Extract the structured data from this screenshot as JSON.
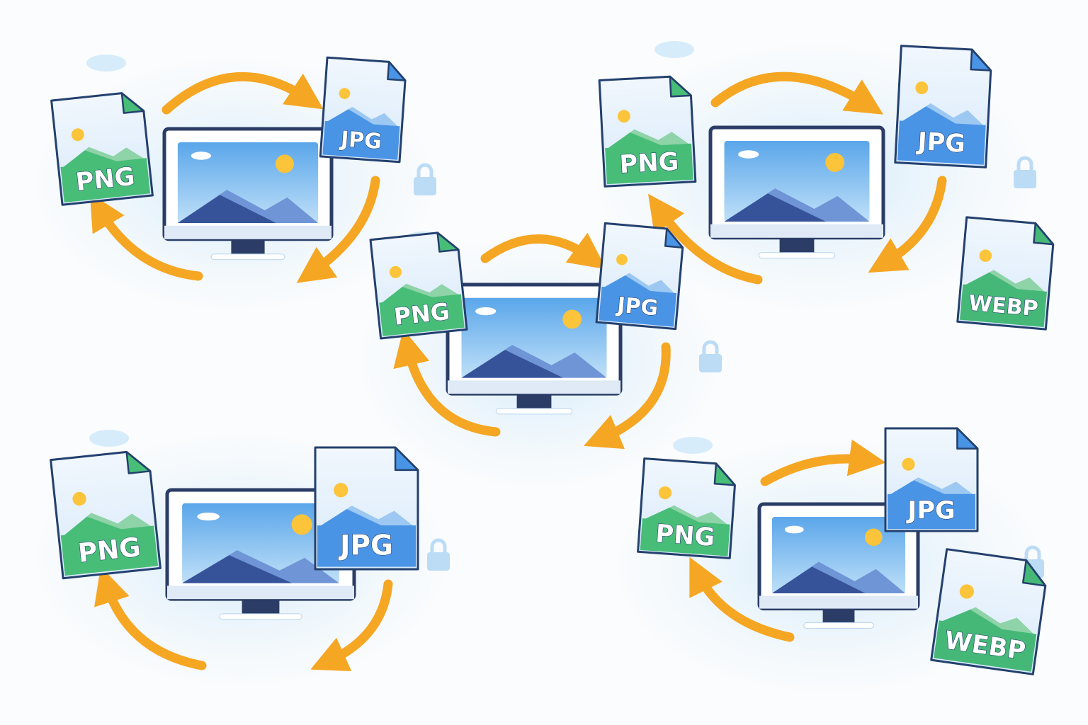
{
  "colors": {
    "arrow": "#f5a623",
    "png": "#48bd78",
    "jpg": "#4a94e6",
    "webp": "#45b878",
    "monitor_frame": "#2b3d66",
    "sun": "#fbc43a",
    "blob": "#d6ecfa"
  },
  "clusters": [
    {
      "name": "cluster-top-left",
      "files": [
        "PNG",
        "JPG"
      ]
    },
    {
      "name": "cluster-top-right",
      "files": [
        "PNG",
        "JPG",
        "WEBP"
      ]
    },
    {
      "name": "cluster-center",
      "files": [
        "PNG",
        "JPG"
      ]
    },
    {
      "name": "cluster-bottom-left",
      "files": [
        "PNG",
        "JPG"
      ]
    },
    {
      "name": "cluster-bottom-right",
      "files": [
        "PNG",
        "JPG",
        "WEBP"
      ]
    }
  ]
}
